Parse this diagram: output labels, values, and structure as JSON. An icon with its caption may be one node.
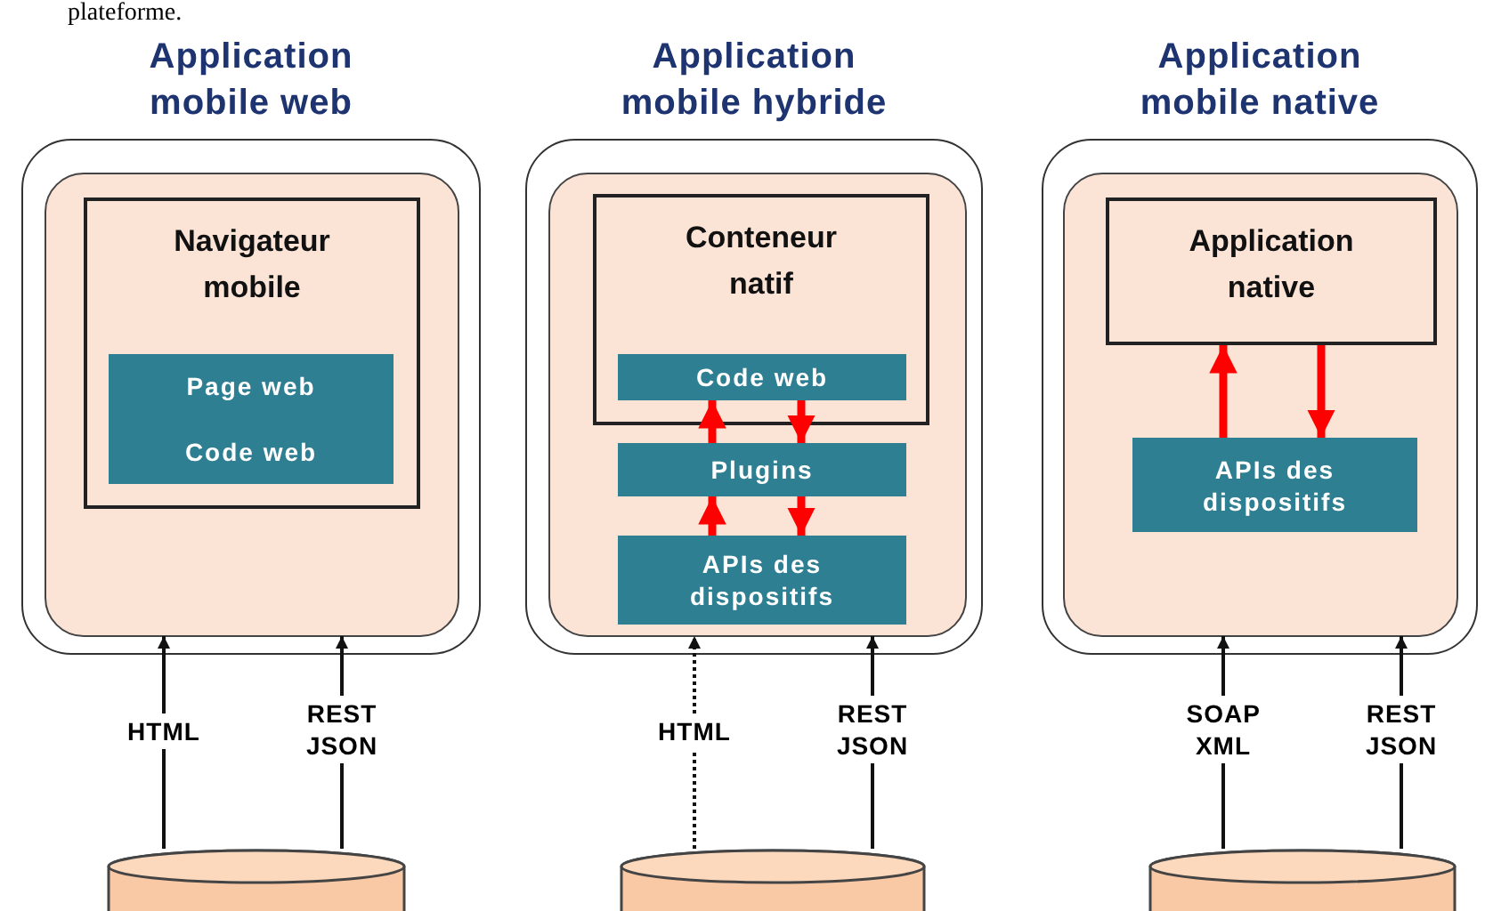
{
  "diagram": {
    "nodes": [
      {
        "text": [
          "Application mobile web"
        ]
      },
      {
        "text": [],
        "shape": "box",
        "in": 0
      },
      {
        "text": [
          "Navigateur mobile"
        ],
        "in": 1
      },
      {
        "text": [
          "Page web",
          "Code web"
        ],
        "in": 2
      },
      {
        "text": [],
        "shape": "cylinder"
      },
      {
        "text": [
          "Application mobile hybride"
        ]
      },
      {
        "text": [],
        "shape": "box",
        "in": 5
      },
      {
        "text": [
          "Conteneur natif"
        ],
        "in": 6
      },
      {
        "text": [
          "Code web"
        ],
        "in": 7
      },
      {
        "text": [
          "Plugins"
        ],
        "in": 6
      },
      {
        "text": [
          "APIs des dispositifs"
        ],
        "in": 6
      },
      {
        "text": [],
        "shape": "cylinder"
      },
      {
        "text": [
          "Application mobile native"
        ]
      },
      {
        "text": [],
        "shape": "box",
        "in": 12
      },
      {
        "text": [
          "Application native"
        ],
        "in": 13
      },
      {
        "text": [
          "APIs des dispositifs"
        ],
        "in": 13
      },
      {
        "text": [],
        "shape": "cylinder"
      }
    ],
    "edges": [
      {
        "from": 4,
        "to": 1,
        "arrow": "to",
        "label": "HTML"
      },
      {
        "from": 4,
        "to": 1,
        "arrow": "to",
        "label": "REST JSON"
      },
      {
        "from": 9,
        "to": 8,
        "arrow": "to",
        "style": "thick",
        "color": "#ff0000"
      },
      {
        "from": 8,
        "to": 9,
        "arrow": "to",
        "style": "thick",
        "color": "#ff0000"
      },
      {
        "from": 10,
        "to": 9,
        "arrow": "to",
        "style": "thick",
        "color": "#ff0000"
      },
      {
        "from": 9,
        "to": 10,
        "arrow": "to",
        "style": "thick",
        "color": "#ff0000"
      },
      {
        "from": 11,
        "to": 6,
        "arrow": "to",
        "label": "HTML",
        "style": "dashed"
      },
      {
        "from": 11,
        "to": 6,
        "arrow": "to",
        "label": "REST JSON"
      },
      {
        "from": 15,
        "to": 14,
        "arrow": "to",
        "style": "thick",
        "color": "#ff0000"
      },
      {
        "from": 14,
        "to": 15,
        "arrow": "to",
        "style": "thick",
        "color": "#ff0000"
      },
      {
        "from": 16,
        "to": 13,
        "arrow": "to",
        "label": "SOAP XML"
      },
      {
        "from": 16,
        "to": 13,
        "arrow": "to",
        "label": "REST JSON"
      }
    ],
    "labels": [
      "plateforme."
    ]
  }
}
